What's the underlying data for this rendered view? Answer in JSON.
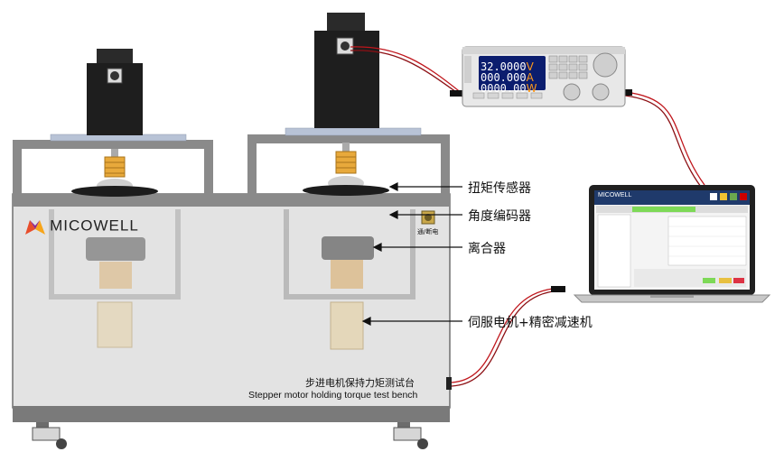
{
  "labels": {
    "torque_sensor": "扭矩传感器",
    "angle_encoder": "角度编码器",
    "clutch": "离合器",
    "servo_reducer": "伺服电机+精密减速机"
  },
  "bench": {
    "brand": "MICOWELL",
    "title_cn": "步进电机保持力矩测试台",
    "title_en": "Stepper motor holding torque test bench",
    "small_label": "通/断电"
  },
  "psu": {
    "voltage": "32.0000",
    "voltage_unit": "V",
    "current": "000.000",
    "current_unit": "A",
    "power": "0000.00",
    "power_unit": "W"
  },
  "laptop": {
    "brand": "MICOWELL"
  },
  "colors": {
    "cable": "#c0161c",
    "bench_frame": "#707070",
    "bench_panel": "#e6e6e6",
    "motor": "#1e1e1e",
    "psu_screen": "#0b1d6e",
    "laptop_highlight": "#7ed957"
  }
}
